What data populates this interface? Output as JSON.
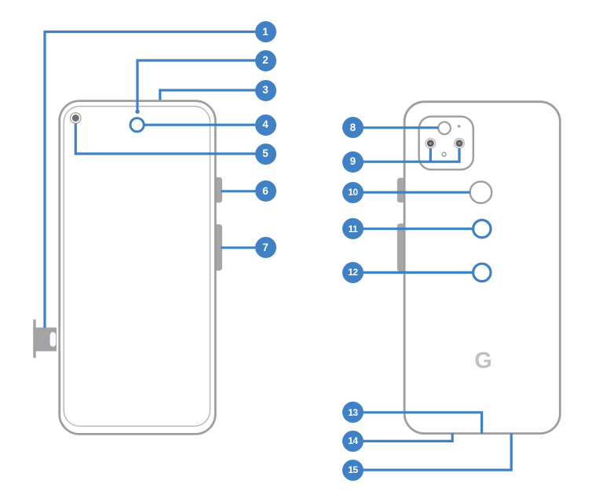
{
  "callouts": [
    {
      "number": "1"
    },
    {
      "number": "2"
    },
    {
      "number": "3"
    },
    {
      "number": "4"
    },
    {
      "number": "5"
    },
    {
      "number": "6"
    },
    {
      "number": "7"
    },
    {
      "number": "8"
    },
    {
      "number": "9"
    },
    {
      "number": "10"
    },
    {
      "number": "11"
    },
    {
      "number": "12"
    },
    {
      "number": "13"
    },
    {
      "number": "14"
    },
    {
      "number": "15"
    }
  ],
  "logo": {
    "letter": "G",
    "name": "google-logo"
  },
  "colors": {
    "accent_blue": "#4080C4",
    "outline_gray": "#9E9E9E",
    "inner_line_gray": "#B6B6B6",
    "button_gray": "#A7A7AA",
    "tray_gray": "#A3A3A6",
    "lens_ring_gray": "#C2C2C2",
    "lens_dark": "#5F5F5F",
    "camera_dark": "#6F6F6F",
    "logo_gray": "#C1C1C1",
    "background": "#FFFFFF"
  }
}
